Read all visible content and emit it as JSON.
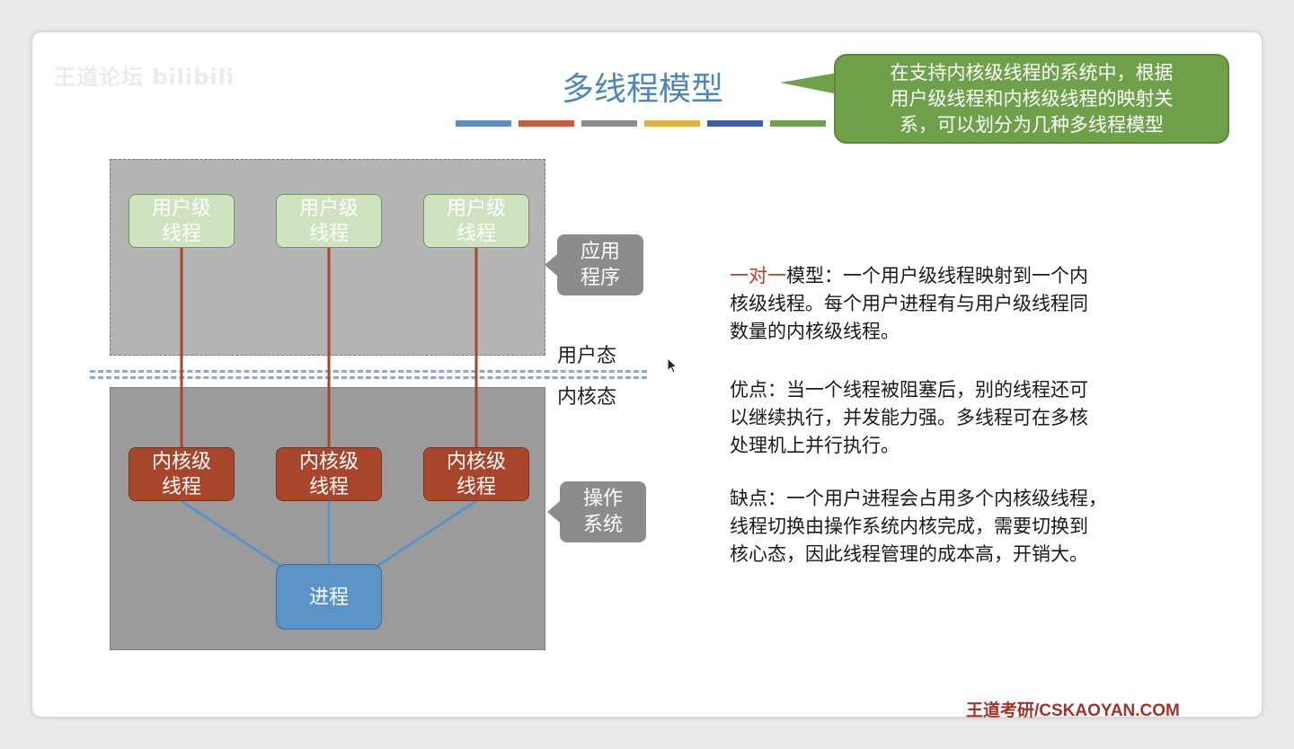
{
  "watermark": "王道论坛 bilibili",
  "title": "多线程模型",
  "title_bar_colors": [
    "#5b8fc2",
    "#c0603a",
    "#8c8c8c",
    "#e0b040",
    "#3b5fa0",
    "#6fa04a"
  ],
  "callout": {
    "line1": "在支持内核级线程的系统中，根据",
    "line2": "用户级线程和内核级线程的映射关",
    "line3": "系，可以划分为几种多线程模型"
  },
  "diagram": {
    "user_threads": [
      {
        "line1": "用户级",
        "line2": "线程"
      },
      {
        "line1": "用户级",
        "line2": "线程"
      },
      {
        "line1": "用户级",
        "line2": "线程"
      }
    ],
    "kernel_threads": [
      {
        "line1": "内核级",
        "line2": "线程"
      },
      {
        "line1": "内核级",
        "line2": "线程"
      },
      {
        "line1": "内核级",
        "line2": "线程"
      }
    ],
    "process": "进程",
    "app_label": {
      "line1": "应用",
      "line2": "程序"
    },
    "os_label": {
      "line1": "操作",
      "line2": "系统"
    },
    "user_mode": "用户态",
    "kernel_mode": "内核态"
  },
  "text": {
    "model_name": "一对一",
    "p1_rest_line1": "模型：一个用户级线程映射到一个内",
    "p1_line2": "核级线程。每个用户进程有与用户级线程同",
    "p1_line3": "数量的内核级线程。",
    "p2_line1": "优点：当一个线程被阻塞后，别的线程还可",
    "p2_line2": "以继续执行，并发能力强。多线程可在多核",
    "p2_line3": "处理机上并行执行。",
    "p3_line1": "缺点：一个用户进程会占用多个内核级线程，",
    "p3_line2": "线程切换由操作系统内核完成，需要切换到",
    "p3_line3": "核心态，因此线程管理的成本高，开销大。"
  },
  "footer": "王道考研/CSKAOYAN.COM",
  "colors": {
    "title": "#4f86b8",
    "callout_bg": "#6fa04a",
    "user_thread": "#cfe3c0",
    "kernel_thread": "#a8462b",
    "process": "#5c94c8",
    "accent": "#c0392b"
  }
}
